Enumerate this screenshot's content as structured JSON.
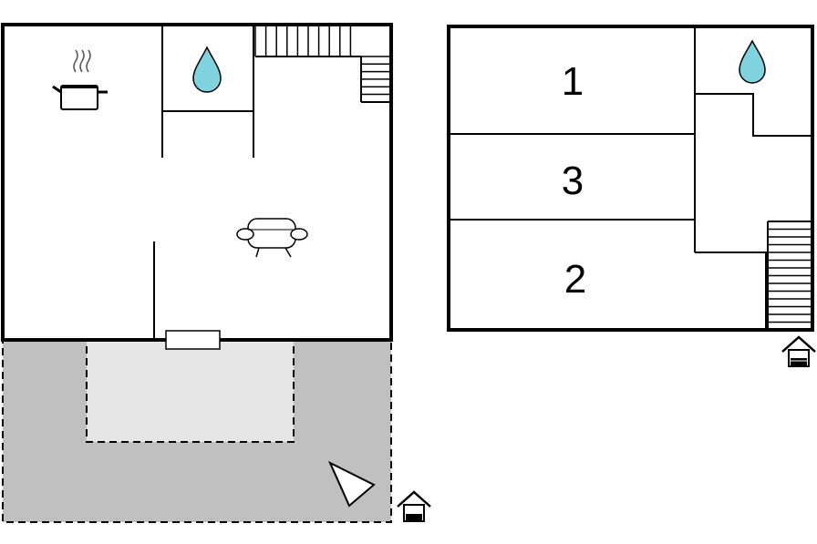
{
  "floorplan": {
    "ground_floor": {
      "icons": [
        "kitchen-pot-icon",
        "water-drop-icon",
        "sofa-icon",
        "staircase-icon",
        "entrance-house-icon",
        "north-arrow-icon"
      ],
      "terrace_color": "#c0c0c0",
      "inner_terrace_color": "#e6e6e6"
    },
    "upper_floor": {
      "rooms": [
        {
          "label": "1"
        },
        {
          "label": "3"
        },
        {
          "label": "2"
        }
      ],
      "icons": [
        "water-drop-icon",
        "staircase-icon",
        "entrance-house-icon"
      ]
    },
    "colors": {
      "water": "#7fd3de",
      "wall": "#000000",
      "floor": "#ffffff"
    }
  }
}
